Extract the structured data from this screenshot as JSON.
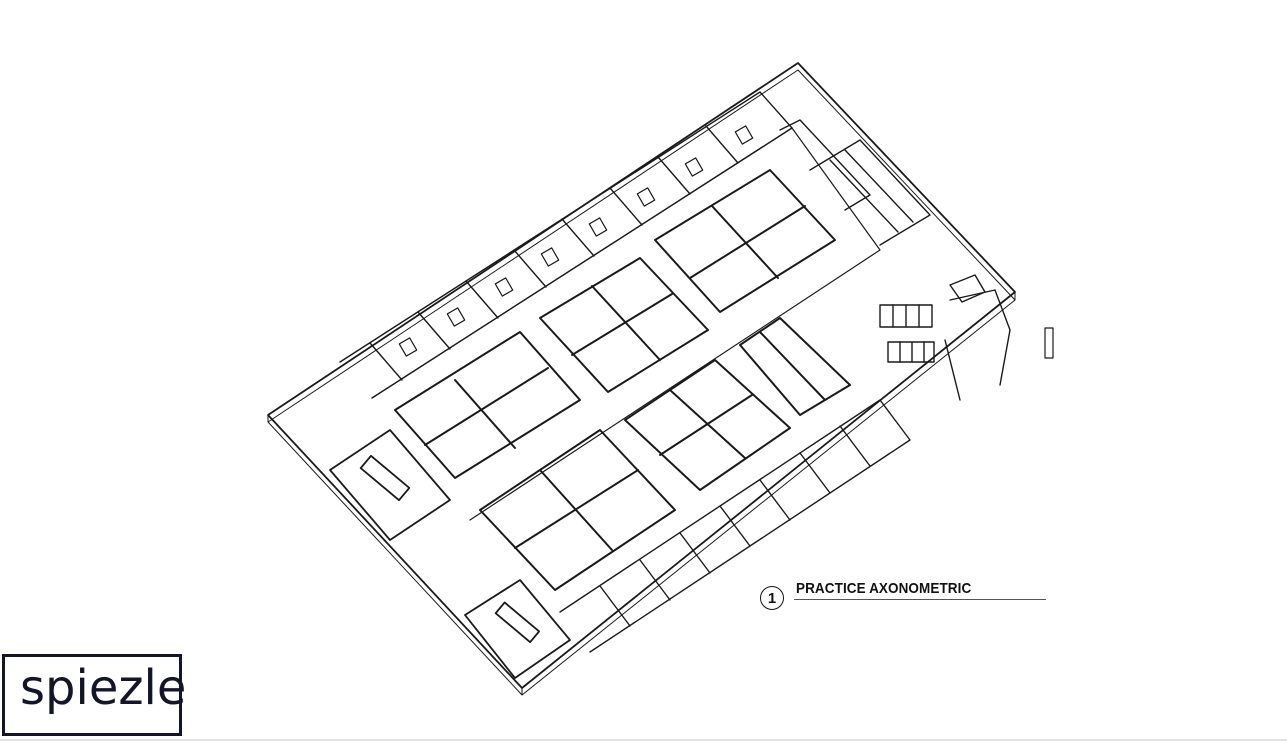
{
  "drawing": {
    "label_number": "1",
    "label_title": "PRACTICE AXONOMETRIC",
    "line_color": "#1a1a1a",
    "background": "#ffffff"
  },
  "logo": {
    "text": "spiezle",
    "color": "#15152a"
  }
}
